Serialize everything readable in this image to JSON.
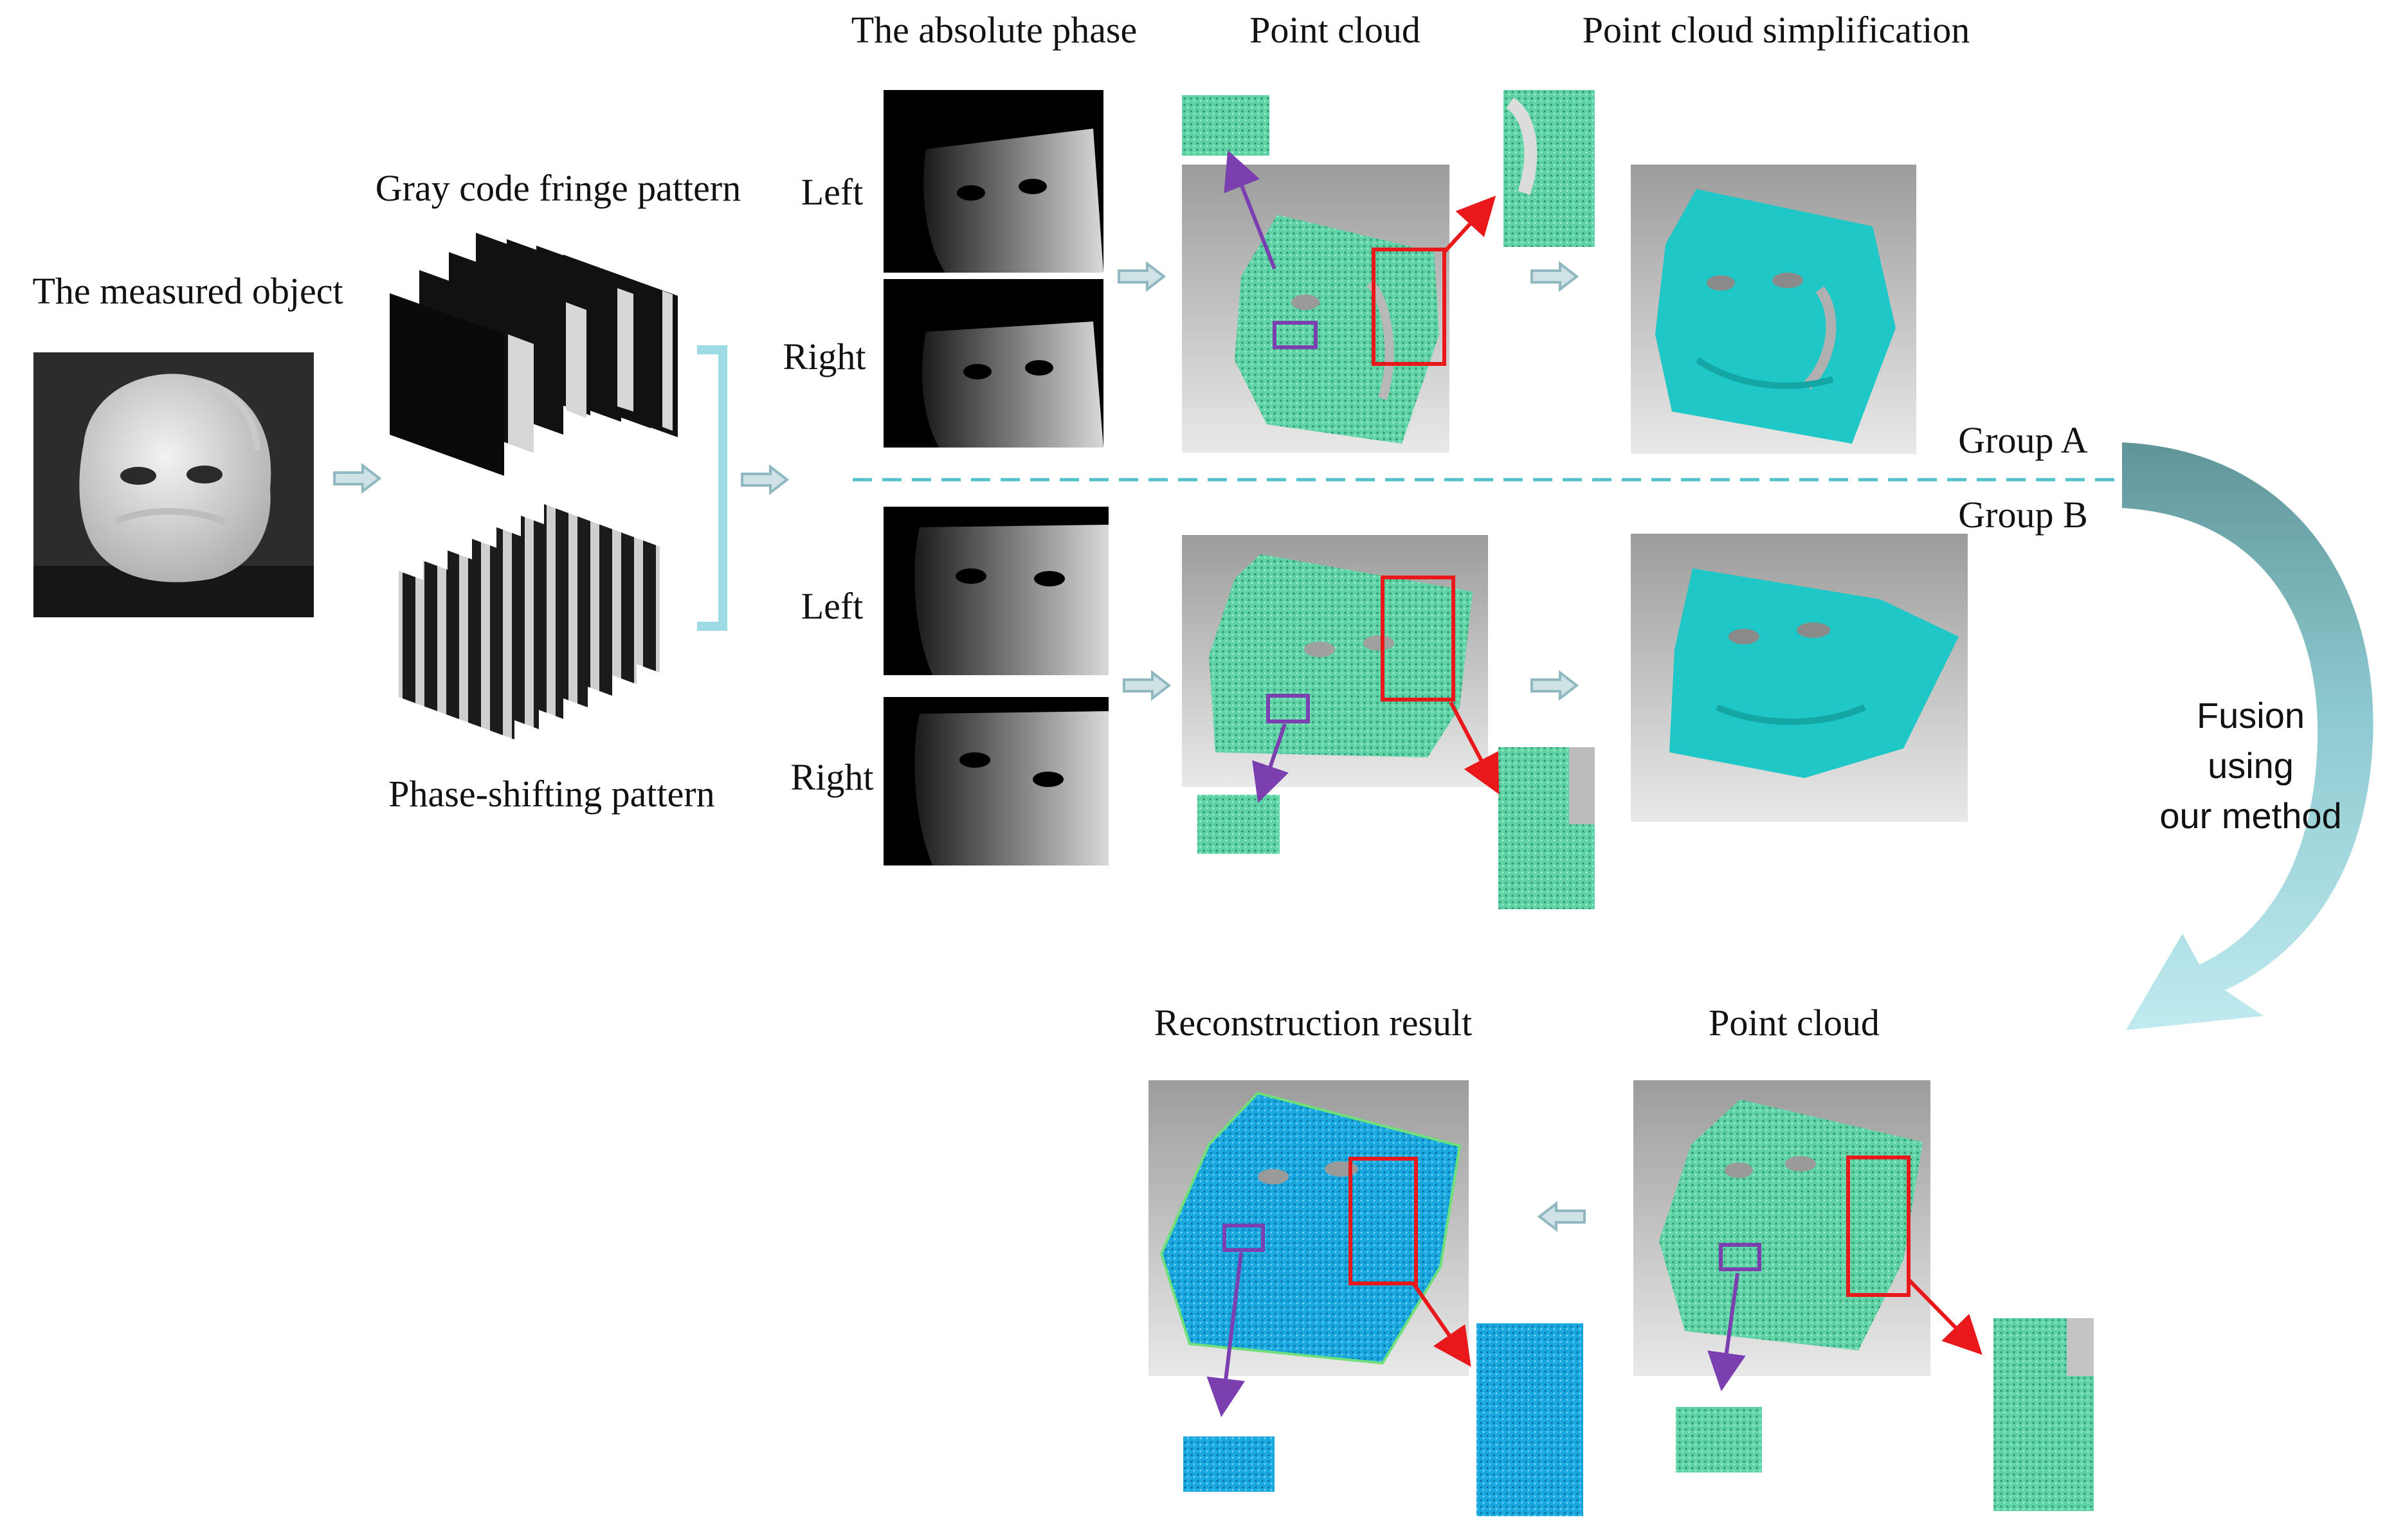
{
  "labels": {
    "measured_object": "The measured object",
    "gray_code": "Gray code fringe pattern",
    "phase_shifting": "Phase-shifting pattern",
    "absolute_phase": "The absolute phase",
    "point_cloud": "Point cloud",
    "point_cloud_simplification": "Point cloud simplification",
    "group_a_left": "Left",
    "group_a_right": "Right",
    "group_b_left": "Left",
    "group_b_right": "Right",
    "group_a": "Group A",
    "group_b": "Group B",
    "fusion_line1": "Fusion",
    "fusion_line2": "using",
    "fusion_line3": "our method",
    "reconstruction_result": "Reconstruction result",
    "fused_point_cloud": "Point cloud"
  },
  "colors": {
    "flow_arrow": "#9fc4cc",
    "dashed_divider": "#4fc2cc",
    "bracket": "#9ddbe6",
    "point_cloud_green": "#5fd3a6",
    "simplified_cyan": "#1fc7c7",
    "reconstruction_blue": "#1aa8e0",
    "detail_box_red": "#e8181b",
    "detail_box_purple": "#7b3fb0",
    "fusion_arrow_dark": "#6fa3a8",
    "fusion_arrow_light": "#a9dee5"
  }
}
